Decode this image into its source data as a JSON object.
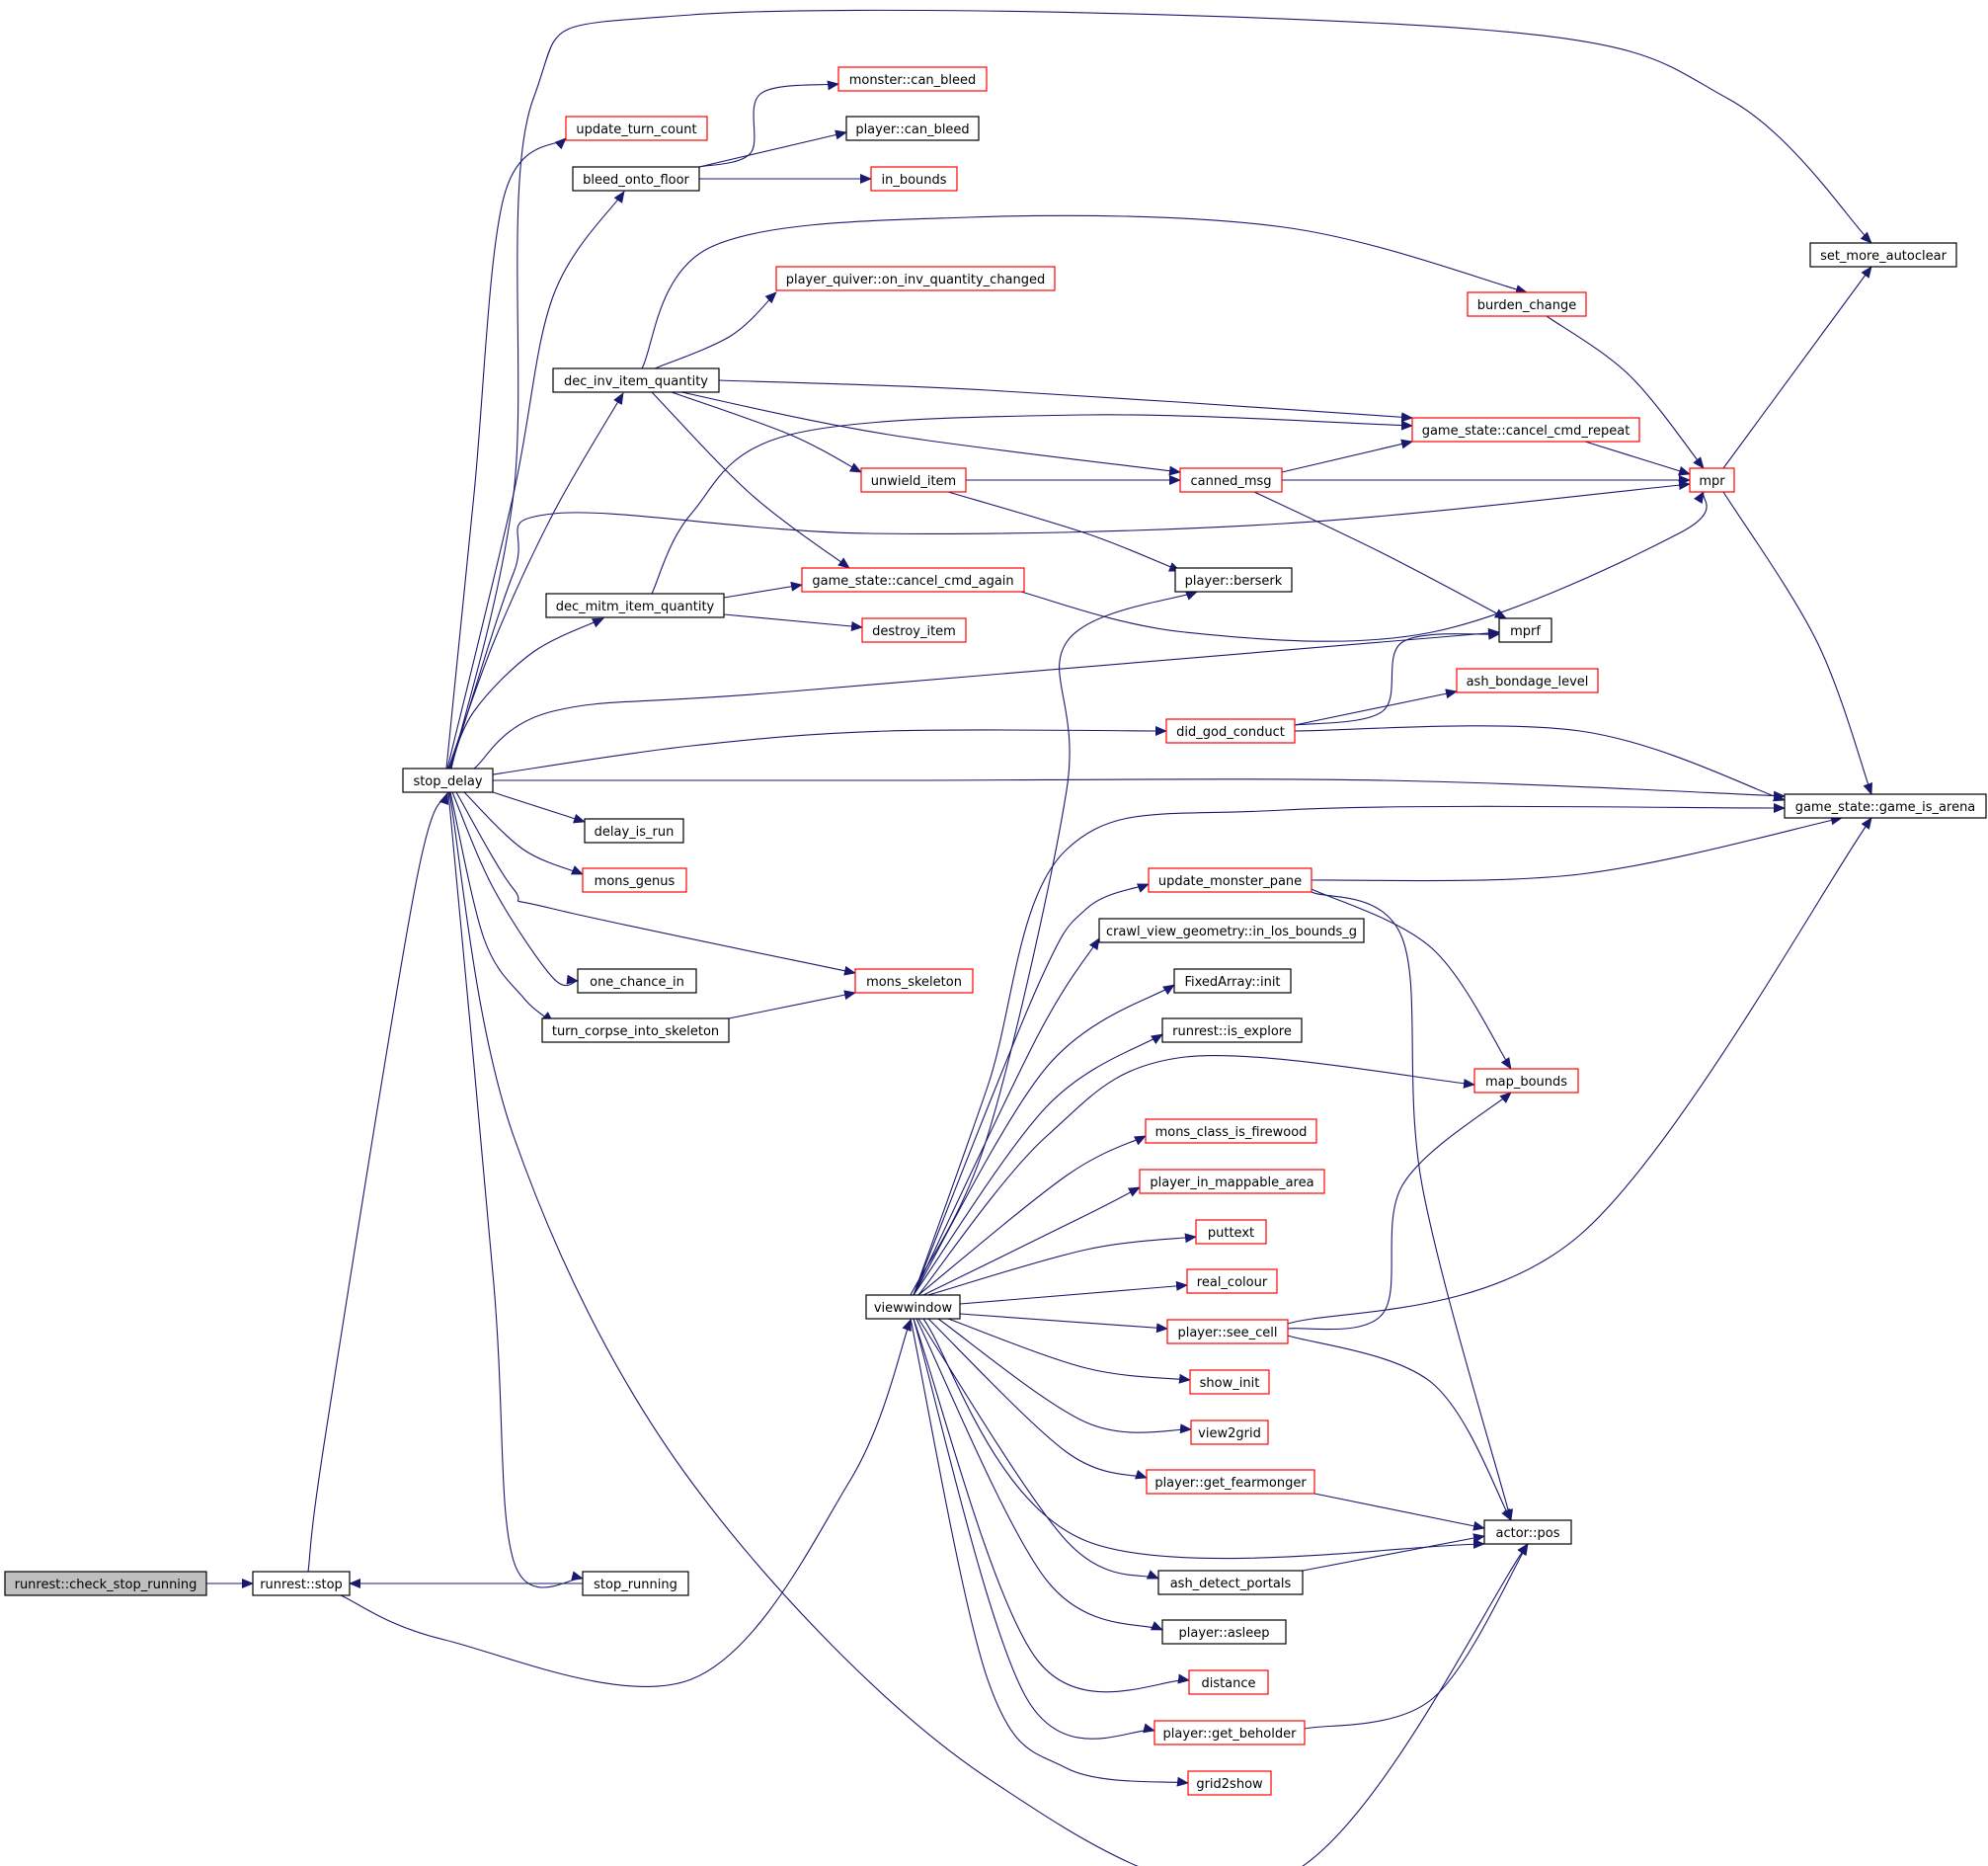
{
  "colors": {
    "edge": "#191970",
    "node_border_normal": "#000000",
    "node_border_truncated": "#ff0000",
    "node_fill": "#ffffff",
    "node_fill_root": "#bfbfbf"
  },
  "nodes": [
    {
      "id": "check_stop_running",
      "label": "runrest::check_stop_running",
      "style": "root"
    },
    {
      "id": "runrest_stop",
      "label": "runrest::stop",
      "style": "normal"
    },
    {
      "id": "stop_delay",
      "label": "stop_delay",
      "style": "normal"
    },
    {
      "id": "stop_running",
      "label": "stop_running",
      "style": "normal"
    },
    {
      "id": "update_turn_count",
      "label": "update_turn_count",
      "style": "truncated"
    },
    {
      "id": "bleed_onto_floor",
      "label": "bleed_onto_floor",
      "style": "normal"
    },
    {
      "id": "monster_can_bleed",
      "label": "monster::can_bleed",
      "style": "truncated"
    },
    {
      "id": "player_can_bleed",
      "label": "player::can_bleed",
      "style": "normal"
    },
    {
      "id": "in_bounds",
      "label": "in_bounds",
      "style": "truncated"
    },
    {
      "id": "player_quiver",
      "label": "player_quiver::on_inv_quantity_changed",
      "style": "truncated"
    },
    {
      "id": "dec_inv_item_quantity",
      "label": "dec_inv_item_quantity",
      "style": "normal"
    },
    {
      "id": "burden_change",
      "label": "burden_change",
      "style": "truncated"
    },
    {
      "id": "cancel_cmd_repeat",
      "label": "game_state::cancel_cmd_repeat",
      "style": "truncated"
    },
    {
      "id": "unwield_item",
      "label": "unwield_item",
      "style": "truncated"
    },
    {
      "id": "canned_msg",
      "label": "canned_msg",
      "style": "truncated"
    },
    {
      "id": "mpr",
      "label": "mpr",
      "style": "truncated"
    },
    {
      "id": "set_more_autoclear",
      "label": "set_more_autoclear",
      "style": "normal"
    },
    {
      "id": "cancel_cmd_again",
      "label": "game_state::cancel_cmd_again",
      "style": "truncated"
    },
    {
      "id": "player_berserk",
      "label": "player::berserk",
      "style": "normal"
    },
    {
      "id": "dec_mitm_item_quantity",
      "label": "dec_mitm_item_quantity",
      "style": "normal"
    },
    {
      "id": "destroy_item",
      "label": "destroy_item",
      "style": "truncated"
    },
    {
      "id": "mprf",
      "label": "mprf",
      "style": "normal"
    },
    {
      "id": "ash_bondage_level",
      "label": "ash_bondage_level",
      "style": "truncated"
    },
    {
      "id": "did_god_conduct",
      "label": "did_god_conduct",
      "style": "truncated"
    },
    {
      "id": "game_is_arena",
      "label": "game_state::game_is_arena",
      "style": "normal"
    },
    {
      "id": "delay_is_run",
      "label": "delay_is_run",
      "style": "normal"
    },
    {
      "id": "mons_genus",
      "label": "mons_genus",
      "style": "truncated"
    },
    {
      "id": "update_monster_pane",
      "label": "update_monster_pane",
      "style": "truncated"
    },
    {
      "id": "in_los_bounds",
      "label": "crawl_view_geometry::in_los_bounds_g",
      "style": "normal"
    },
    {
      "id": "one_chance_in",
      "label": "one_chance_in",
      "style": "normal"
    },
    {
      "id": "mons_skeleton",
      "label": "mons_skeleton",
      "style": "truncated"
    },
    {
      "id": "fixedarray_init",
      "label": "FixedArray::init",
      "style": "normal"
    },
    {
      "id": "turn_corpse_into_skeleton",
      "label": "turn_corpse_into_skeleton",
      "style": "normal"
    },
    {
      "id": "runrest_is_explore",
      "label": "runrest::is_explore",
      "style": "normal"
    },
    {
      "id": "map_bounds",
      "label": "map_bounds",
      "style": "truncated"
    },
    {
      "id": "mons_class_is_firewood",
      "label": "mons_class_is_firewood",
      "style": "truncated"
    },
    {
      "id": "player_in_mappable_area",
      "label": "player_in_mappable_area",
      "style": "truncated"
    },
    {
      "id": "puttext",
      "label": "puttext",
      "style": "truncated"
    },
    {
      "id": "real_colour",
      "label": "real_colour",
      "style": "truncated"
    },
    {
      "id": "viewwindow",
      "label": "viewwindow",
      "style": "normal"
    },
    {
      "id": "player_see_cell",
      "label": "player::see_cell",
      "style": "truncated"
    },
    {
      "id": "show_init",
      "label": "show_init",
      "style": "truncated"
    },
    {
      "id": "view2grid",
      "label": "view2grid",
      "style": "truncated"
    },
    {
      "id": "get_fearmonger",
      "label": "player::get_fearmonger",
      "style": "truncated"
    },
    {
      "id": "actor_pos",
      "label": "actor::pos",
      "style": "normal"
    },
    {
      "id": "ash_detect_portals",
      "label": "ash_detect_portals",
      "style": "normal"
    },
    {
      "id": "player_asleep",
      "label": "player::asleep",
      "style": "normal"
    },
    {
      "id": "distance",
      "label": "distance",
      "style": "truncated"
    },
    {
      "id": "get_beholder",
      "label": "player::get_beholder",
      "style": "truncated"
    },
    {
      "id": "grid2show",
      "label": "grid2show",
      "style": "truncated"
    }
  ],
  "edges": [
    [
      "check_stop_running",
      "runrest_stop"
    ],
    [
      "runrest_stop",
      "stop_delay"
    ],
    [
      "runrest_stop",
      "viewwindow"
    ],
    [
      "stop_running",
      "runrest_stop"
    ],
    [
      "stop_delay",
      "update_turn_count"
    ],
    [
      "stop_delay",
      "bleed_onto_floor"
    ],
    [
      "stop_delay",
      "dec_inv_item_quantity"
    ],
    [
      "stop_delay",
      "dec_mitm_item_quantity"
    ],
    [
      "stop_delay",
      "mpr"
    ],
    [
      "stop_delay",
      "mprf"
    ],
    [
      "stop_delay",
      "did_god_conduct"
    ],
    [
      "stop_delay",
      "game_is_arena"
    ],
    [
      "stop_delay",
      "set_more_autoclear"
    ],
    [
      "stop_delay",
      "delay_is_run"
    ],
    [
      "stop_delay",
      "mons_genus"
    ],
    [
      "stop_delay",
      "one_chance_in"
    ],
    [
      "stop_delay",
      "mons_skeleton"
    ],
    [
      "stop_delay",
      "turn_corpse_into_skeleton"
    ],
    [
      "stop_delay",
      "stop_running"
    ],
    [
      "stop_delay",
      "actor_pos"
    ],
    [
      "bleed_onto_floor",
      "monster_can_bleed"
    ],
    [
      "bleed_onto_floor",
      "player_can_bleed"
    ],
    [
      "bleed_onto_floor",
      "in_bounds"
    ],
    [
      "dec_inv_item_quantity",
      "player_quiver"
    ],
    [
      "dec_inv_item_quantity",
      "burden_change"
    ],
    [
      "dec_inv_item_quantity",
      "cancel_cmd_repeat"
    ],
    [
      "dec_inv_item_quantity",
      "canned_msg"
    ],
    [
      "dec_inv_item_quantity",
      "unwield_item"
    ],
    [
      "dec_inv_item_quantity",
      "cancel_cmd_again"
    ],
    [
      "burden_change",
      "mpr"
    ],
    [
      "unwield_item",
      "canned_msg"
    ],
    [
      "unwield_item",
      "player_berserk"
    ],
    [
      "canned_msg",
      "cancel_cmd_repeat"
    ],
    [
      "canned_msg",
      "mpr"
    ],
    [
      "canned_msg",
      "mprf"
    ],
    [
      "cancel_cmd_repeat",
      "mpr"
    ],
    [
      "cancel_cmd_again",
      "mpr"
    ],
    [
      "mpr",
      "set_more_autoclear"
    ],
    [
      "mpr",
      "game_is_arena"
    ],
    [
      "dec_mitm_item_quantity",
      "cancel_cmd_again"
    ],
    [
      "dec_mitm_item_quantity",
      "destroy_item"
    ],
    [
      "dec_mitm_item_quantity",
      "cancel_cmd_repeat"
    ],
    [
      "did_god_conduct",
      "mprf"
    ],
    [
      "did_god_conduct",
      "ash_bondage_level"
    ],
    [
      "did_god_conduct",
      "game_is_arena"
    ],
    [
      "turn_corpse_into_skeleton",
      "mons_skeleton"
    ],
    [
      "viewwindow",
      "player_berserk"
    ],
    [
      "viewwindow",
      "game_is_arena"
    ],
    [
      "viewwindow",
      "update_monster_pane"
    ],
    [
      "viewwindow",
      "in_los_bounds"
    ],
    [
      "viewwindow",
      "fixedarray_init"
    ],
    [
      "viewwindow",
      "runrest_is_explore"
    ],
    [
      "viewwindow",
      "map_bounds"
    ],
    [
      "viewwindow",
      "mons_class_is_firewood"
    ],
    [
      "viewwindow",
      "player_in_mappable_area"
    ],
    [
      "viewwindow",
      "puttext"
    ],
    [
      "viewwindow",
      "real_colour"
    ],
    [
      "viewwindow",
      "player_see_cell"
    ],
    [
      "viewwindow",
      "show_init"
    ],
    [
      "viewwindow",
      "view2grid"
    ],
    [
      "viewwindow",
      "get_fearmonger"
    ],
    [
      "viewwindow",
      "actor_pos"
    ],
    [
      "viewwindow",
      "ash_detect_portals"
    ],
    [
      "viewwindow",
      "player_asleep"
    ],
    [
      "viewwindow",
      "distance"
    ],
    [
      "viewwindow",
      "get_beholder"
    ],
    [
      "viewwindow",
      "grid2show"
    ],
    [
      "update_monster_pane",
      "game_is_arena"
    ],
    [
      "update_monster_pane",
      "map_bounds"
    ],
    [
      "update_monster_pane",
      "actor_pos"
    ],
    [
      "player_see_cell",
      "map_bounds"
    ],
    [
      "player_see_cell",
      "game_is_arena"
    ],
    [
      "player_see_cell",
      "actor_pos"
    ],
    [
      "get_fearmonger",
      "actor_pos"
    ],
    [
      "ash_detect_portals",
      "actor_pos"
    ],
    [
      "get_beholder",
      "actor_pos"
    ]
  ]
}
